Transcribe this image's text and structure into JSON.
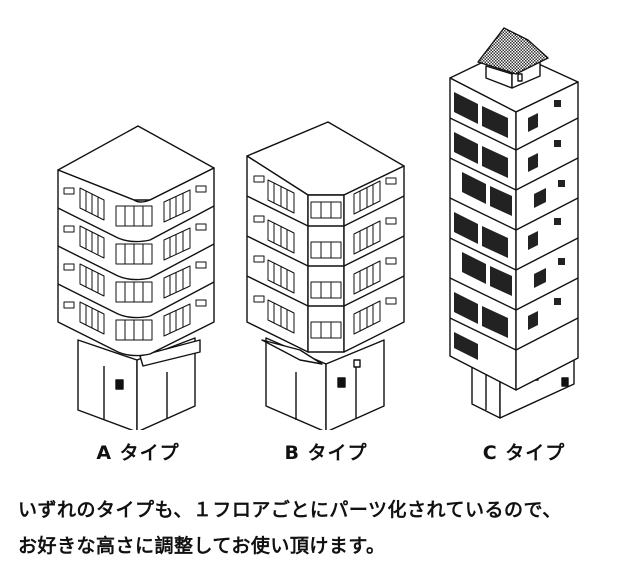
{
  "buildings": [
    {
      "id": "A",
      "label": "A タイプ",
      "floors": 4,
      "corner": "rounded"
    },
    {
      "id": "B",
      "label": "B タイプ",
      "floors": 4,
      "corner": "chamfered"
    },
    {
      "id": "C",
      "label": "C タイプ",
      "floors": 7,
      "corner": "square",
      "roof": "house-roof"
    }
  ],
  "caption": {
    "line1": "いずれのタイプも、１フロアごとにパーツ化されているので、",
    "line2": "お好きな高さに調整してお使い頂けます。"
  },
  "colors": {
    "line": "#111111",
    "background": "#ffffff",
    "window": "#222222"
  }
}
